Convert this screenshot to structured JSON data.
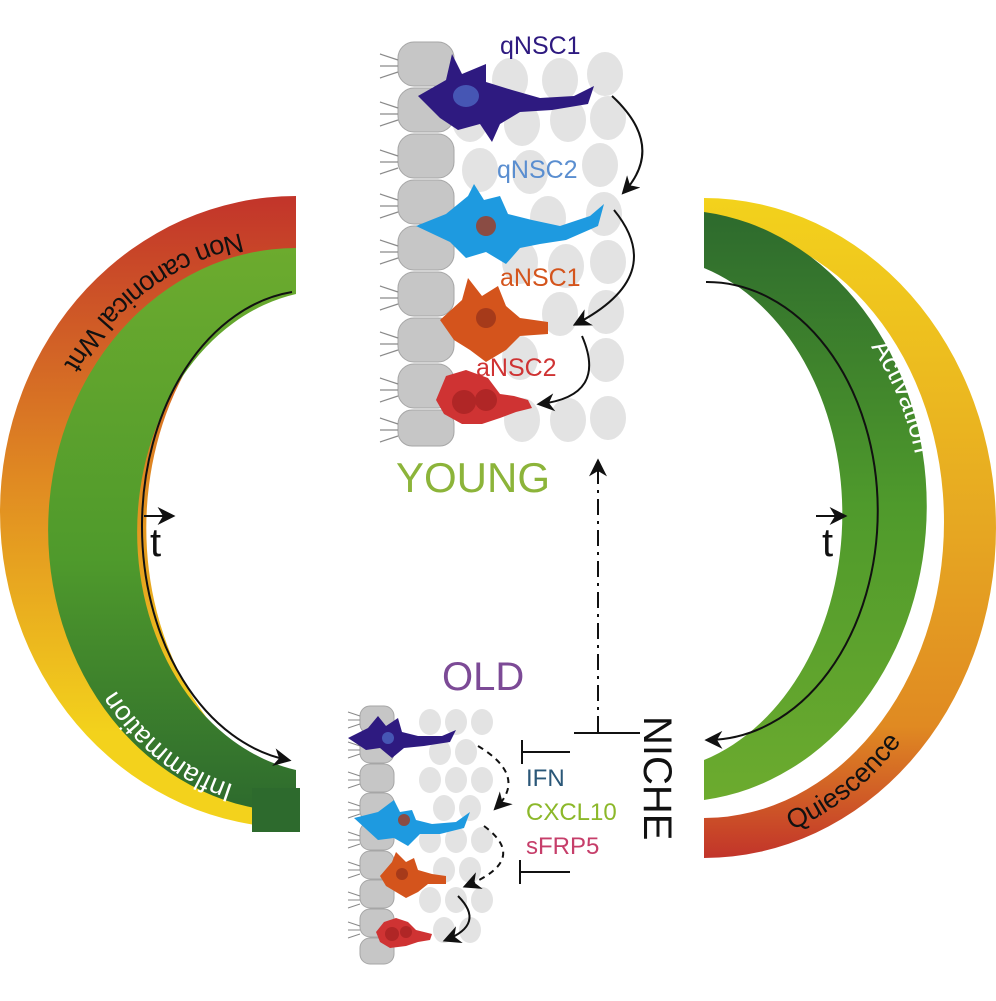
{
  "stages": {
    "young": "YOUNG",
    "old": "OLD",
    "niche": "NICHE"
  },
  "cells": {
    "qnsc1": "qNSC1",
    "qnsc2": "qNSC2",
    "ansc1": "aNSC1",
    "ansc2": "aNSC2"
  },
  "factors": {
    "ifn": "IFN",
    "cxcl10": "CXCL10",
    "sfrp5": "sFRP5"
  },
  "left_arc": {
    "outer_label": "Non canonical Wnt",
    "inner_label": "Inflammation",
    "time_label": "t"
  },
  "right_arc": {
    "inner_label": "Activation",
    "outer_label": "Quiescence",
    "time_label": "t"
  },
  "colors": {
    "young_text": "#8cb43a",
    "old_text": "#7c4a96",
    "qnsc1": "#2e1a80",
    "qnsc2": "#1e9ae0",
    "ansc1": "#d4541c",
    "ansc2": "#cf3333",
    "ifn": "#2a5778",
    "cxcl10": "#8cb82a",
    "sfrp5": "#c63e6a",
    "dark_green": "#2d6a2d",
    "light_green": "#6cab2e",
    "yellow": "#f3d21c",
    "orange": "#e08a22",
    "red": "#c2342a",
    "ependymal": "#c6c6c6",
    "niche_cell": "#e3e3e3"
  }
}
